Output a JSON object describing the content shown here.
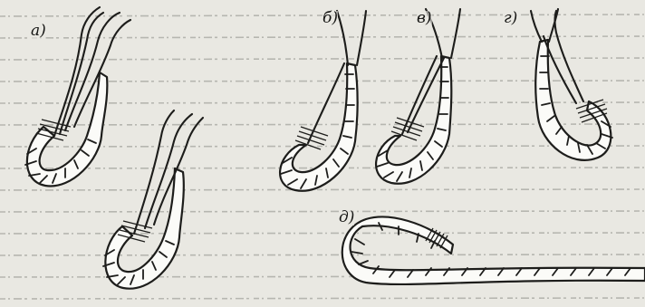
{
  "figure": {
    "panels": [
      {
        "id": "a",
        "label": "а)"
      },
      {
        "id": "b",
        "label": "б)"
      },
      {
        "id": "v",
        "label": "в)"
      },
      {
        "id": "g",
        "label": "г)"
      },
      {
        "id": "d",
        "label": "д)"
      }
    ],
    "colors": {
      "paper": "#e9e8e2",
      "ink": "#1d1d1b",
      "rope": "#fbfbf8"
    }
  }
}
